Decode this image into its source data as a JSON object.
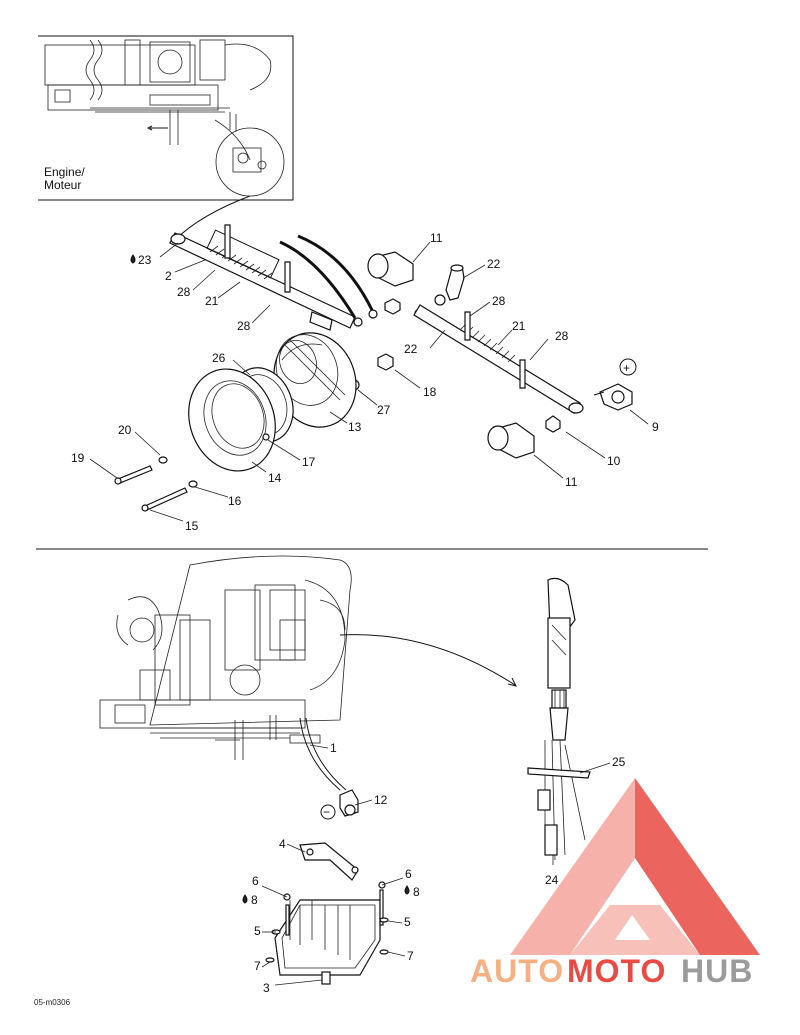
{
  "inset": {
    "label_line1": "Engine/",
    "label_line2": "Moteur"
  },
  "callouts_top": [
    {
      "id": "c23",
      "text": "23"
    },
    {
      "id": "c2",
      "text": "2"
    },
    {
      "id": "c28a",
      "text": "28"
    },
    {
      "id": "c21a",
      "text": "21"
    },
    {
      "id": "c28b",
      "text": "28"
    },
    {
      "id": "c11a",
      "text": "11"
    },
    {
      "id": "c22a",
      "text": "22"
    },
    {
      "id": "c28c",
      "text": "28"
    },
    {
      "id": "c22b",
      "text": "22"
    },
    {
      "id": "c21b",
      "text": "21"
    },
    {
      "id": "c28d",
      "text": "28"
    },
    {
      "id": "c26",
      "text": "26"
    },
    {
      "id": "c18",
      "text": "18"
    },
    {
      "id": "c27",
      "text": "27"
    },
    {
      "id": "c13",
      "text": "13"
    },
    {
      "id": "c9",
      "text": "9"
    },
    {
      "id": "c20",
      "text": "20"
    },
    {
      "id": "c17",
      "text": "17"
    },
    {
      "id": "c10",
      "text": "10"
    },
    {
      "id": "c19",
      "text": "19"
    },
    {
      "id": "c14",
      "text": "14"
    },
    {
      "id": "c11b",
      "text": "11"
    },
    {
      "id": "c16",
      "text": "16"
    },
    {
      "id": "c15",
      "text": "15"
    }
  ],
  "callouts_bottom": [
    {
      "id": "c1",
      "text": "1"
    },
    {
      "id": "c12",
      "text": "12"
    },
    {
      "id": "c25",
      "text": "25"
    },
    {
      "id": "c24",
      "text": "24"
    },
    {
      "id": "c4",
      "text": "4"
    },
    {
      "id": "c6a",
      "text": "6"
    },
    {
      "id": "c6b",
      "text": "6"
    },
    {
      "id": "c8a",
      "text": "8"
    },
    {
      "id": "c8b",
      "text": "8"
    },
    {
      "id": "c5a",
      "text": "5"
    },
    {
      "id": "c5b",
      "text": "5"
    },
    {
      "id": "c7a",
      "text": "7"
    },
    {
      "id": "c7b",
      "text": "7"
    },
    {
      "id": "c3",
      "text": "3"
    }
  ],
  "polarity": {
    "positive": "+",
    "negative": "−"
  },
  "drawing_code": "05-m0306",
  "watermark": {
    "part1": "AUTO",
    "part2": "MOTO",
    "part3": "HUB"
  },
  "colors": {
    "line": "#111111",
    "watermark_orange": "#f5b183",
    "watermark_red": "#e94a43",
    "watermark_grey": "#9b9b9b"
  }
}
